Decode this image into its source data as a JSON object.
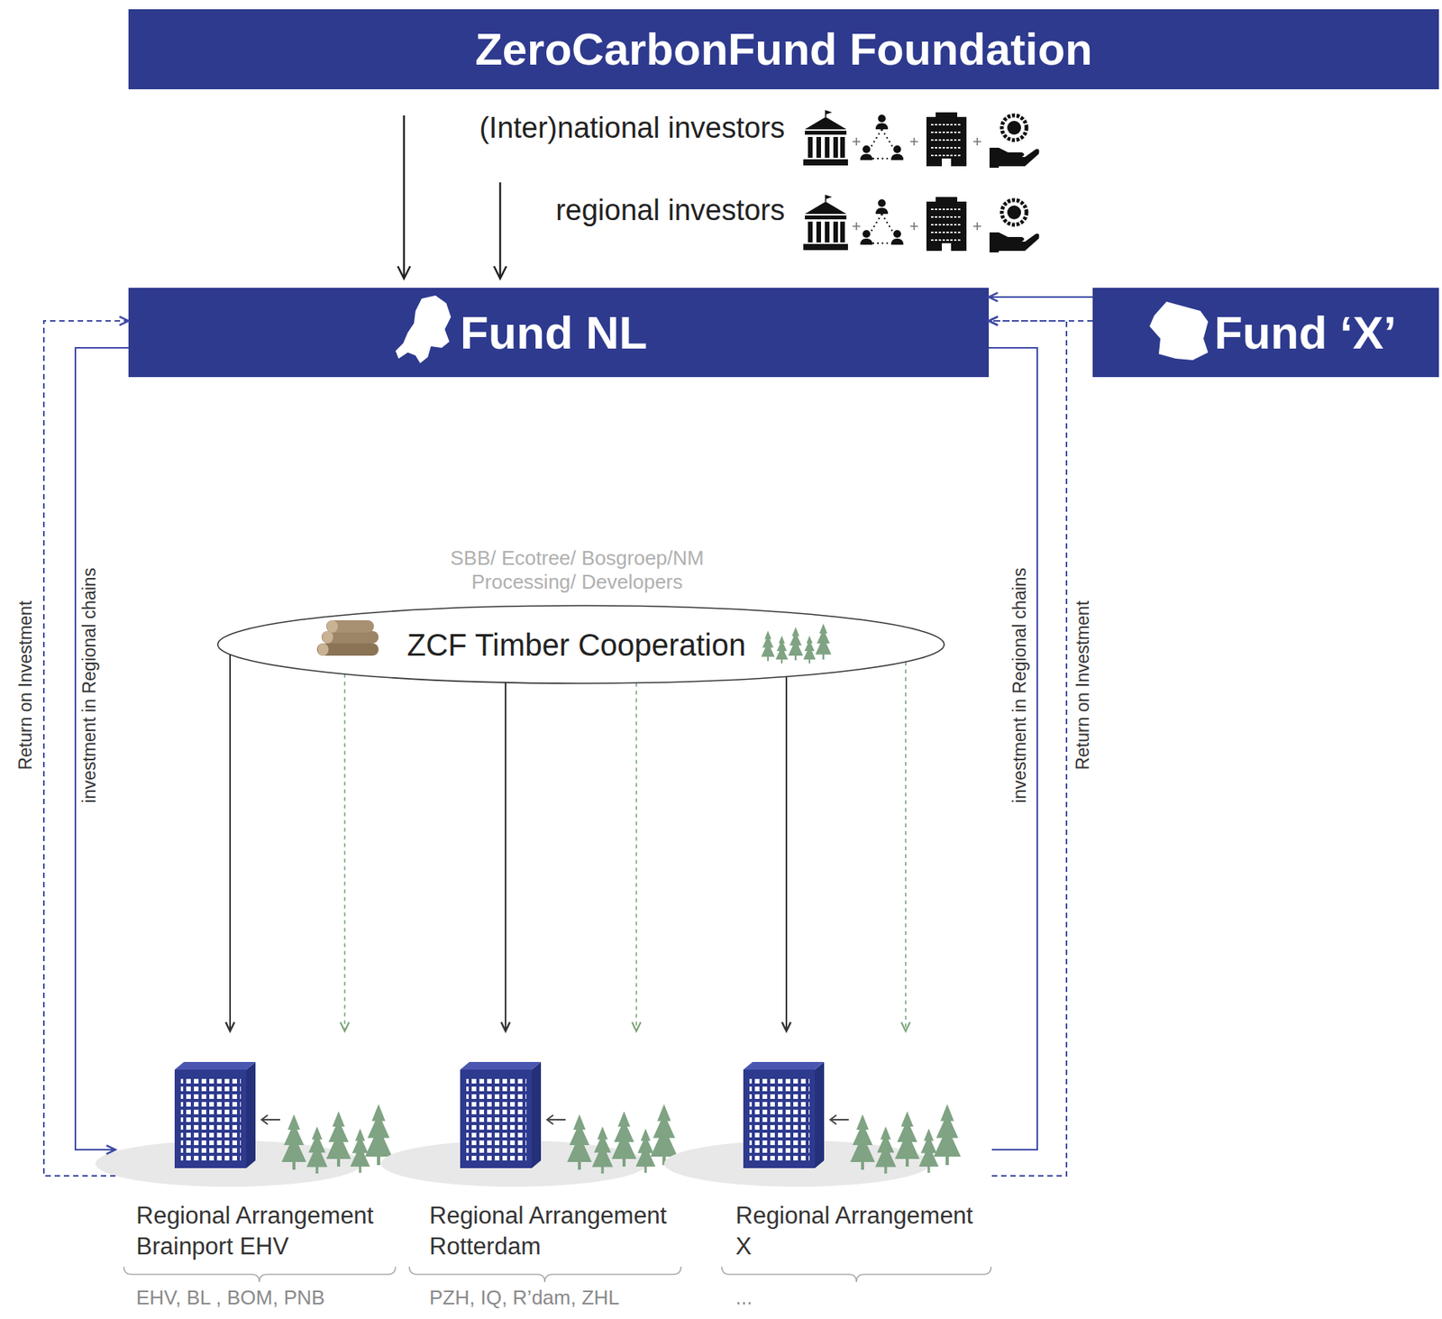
{
  "diagram": {
    "title": "ZeroCarbonFund Foundation",
    "nodes": [
      {
        "text": [
          "ZeroCarbonFund Foundation"
        ]
      },
      {
        "text": [
          "Fund NL"
        ]
      },
      {
        "text": [
          "Fund ‘X’"
        ]
      },
      {
        "text": [
          "ZCF Timber Cooperation"
        ]
      },
      {
        "text": [
          "Regional Arrangement Brainport EHV",
          "EHV, BL , BOM, PNB"
        ]
      },
      {
        "text": [
          "Regional Arrangement Rotterdam",
          "PZH, IQ, R’dam, ZHL"
        ]
      },
      {
        "text": [
          "Regional Arrangement X",
          "..."
        ]
      }
    ],
    "edges": [
      {
        "from": 2,
        "to": 1,
        "arrow": "to"
      },
      {
        "from": 2,
        "to": 1,
        "arrow": "to"
      },
      {
        "from": 1,
        "to": 4,
        "arrow": "to",
        "label": "investment in Regional chains"
      },
      {
        "from": 4,
        "to": 1,
        "arrow": "to",
        "label": "Return on Investment"
      },
      {
        "from": 1,
        "to": 6,
        "arrow": "none",
        "label": "investment in Regional chains"
      },
      {
        "from": 6,
        "to": 1,
        "arrow": "to",
        "label": "Return on Investment"
      },
      {
        "from": 3,
        "to": 4,
        "arrow": "to"
      },
      {
        "from": 3,
        "to": 5,
        "arrow": "to"
      },
      {
        "from": 3,
        "to": 6,
        "arrow": "to"
      },
      {
        "from": 3,
        "to": 4,
        "arrow": "to"
      },
      {
        "from": 3,
        "to": 5,
        "arrow": "to"
      },
      {
        "from": 3,
        "to": 6,
        "arrow": "to"
      }
    ],
    "labels": [
      "(Inter)national investors",
      "regional investors",
      "SBB/ Ecotree/ Bosgroep/NM Processing/ Developers"
    ]
  }
}
